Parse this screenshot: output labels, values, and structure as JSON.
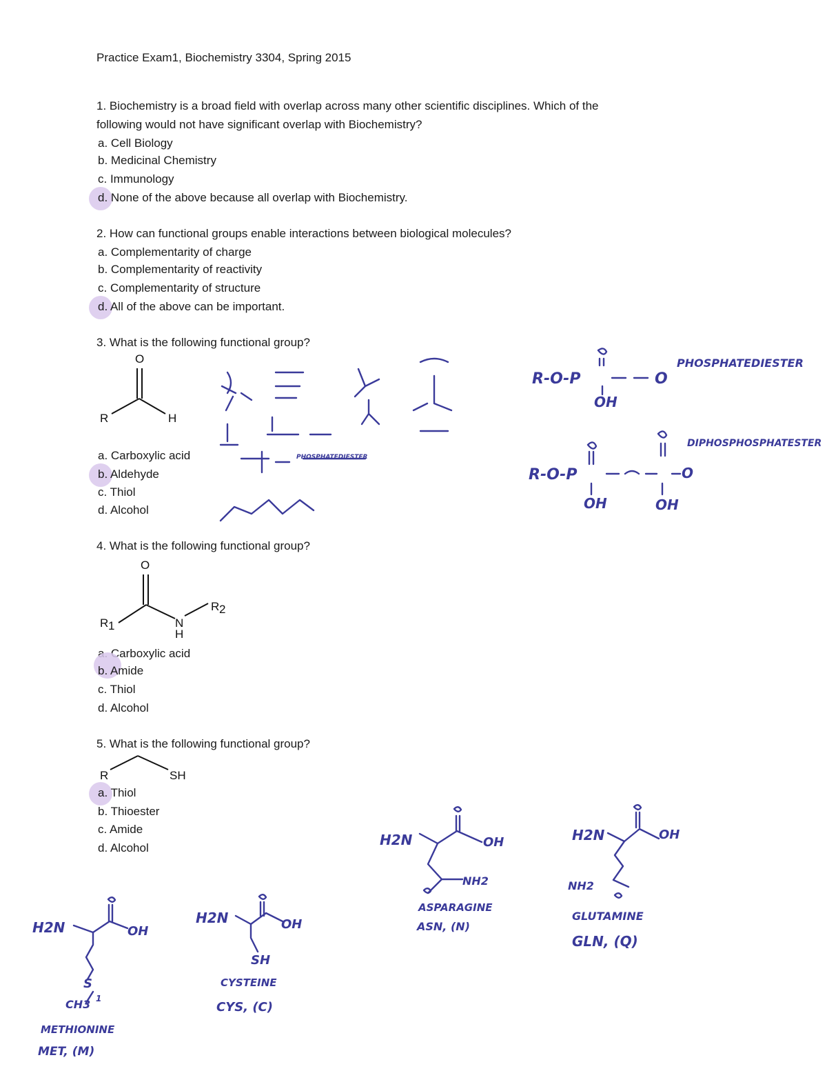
{
  "header": {
    "title": "Practice Exam1, Biochemistry 3304, Spring 2015"
  },
  "questions": [
    {
      "stem_line1": "1. Biochemistry is a broad field with overlap across many other scientific disciplines. Which of the",
      "stem_line2": "following would not have significant overlap with Biochemistry?",
      "options": [
        "a. Cell Biology",
        "b. Medicinal Chemistry",
        "c. Immunology",
        "d. None of the above because all overlap with Biochemistry."
      ],
      "marked": "d"
    },
    {
      "stem_line1": "2. How can functional groups enable interactions between biological molecules?",
      "options": [
        "a. Complementarity of charge",
        "b. Complementarity of reactivity",
        "c. Complementarity of structure",
        "d. All of the above can be important."
      ],
      "marked": "d"
    },
    {
      "stem_line1": "3. What is the following functional group?",
      "structure": {
        "o": "O",
        "r": "R",
        "h": "H"
      },
      "options": [
        "a. Carboxylic acid",
        "b. Aldehyde",
        "c. Thiol",
        "d. Alcohol"
      ],
      "marked": "b"
    },
    {
      "stem_line1": "4. What is the following functional group?",
      "structure": {
        "o": "O",
        "r1": "R",
        "r1_sub": "1",
        "r2": "R",
        "r2_sub": "2",
        "n": "N",
        "h": "H"
      },
      "options": [
        "a. Carboxylic acid",
        "b. Amide",
        "c. Thiol",
        "d. Alcohol"
      ],
      "marked": "b"
    },
    {
      "stem_line1": "5. What is the following functional group?",
      "structure": {
        "r": "R",
        "sh": "SH"
      },
      "options": [
        "a. Thiol",
        "b. Thioester",
        "c. Amide",
        "d. Alcohol"
      ],
      "marked": "a"
    }
  ],
  "handwritten": {
    "phosphodiester": "PHOSPHATEDIESTER",
    "diphosphodiester": "DIPHOSPHOSPHATESTER",
    "oh": "OH",
    "o": "O",
    "r_o_p": "R-O-P",
    "methionine": "METHIONINE",
    "met": "MET, (M)",
    "cysteine": "CYSTEINE",
    "cys": "CYS, (C)",
    "asparagine": "ASPARAGINE",
    "asn": "ASN, (N)",
    "glutamine": "GLUTAMINE",
    "gln": "GLN, (Q)",
    "h2n": "H2N",
    "sh": "SH",
    "nh2": "NH2",
    "ch3": "CH3",
    "s": "S",
    "page_num": "1"
  },
  "colors": {
    "ink": "#3a3a9a",
    "highlight": "#d9c8ec",
    "text": "#1a1a1a"
  }
}
